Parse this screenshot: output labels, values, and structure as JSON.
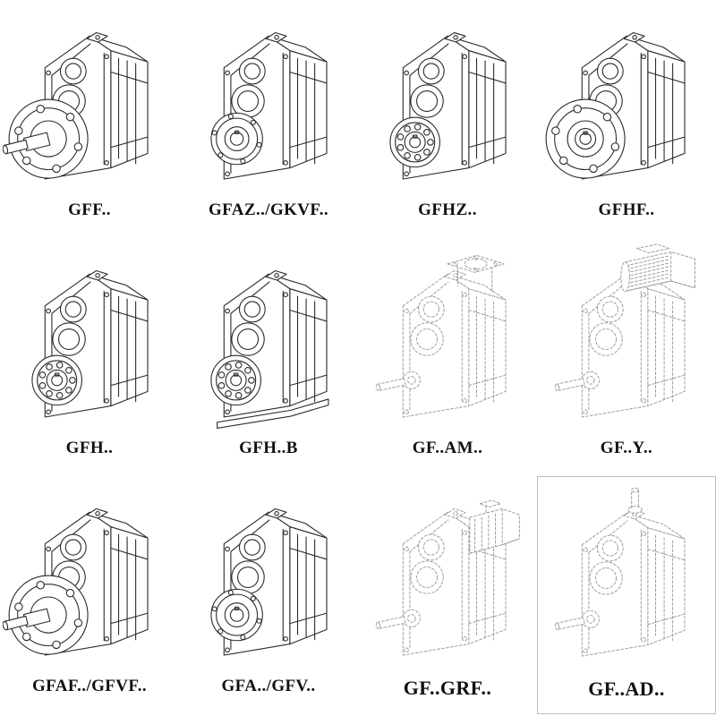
{
  "page": {
    "background": "#ffffff",
    "description": "Catalog sheet of parallel shaft helical gear reducer model variants"
  },
  "colors": {
    "line_dark": "#2b2b2b",
    "line_light": "#9a9a9a",
    "label": "#111111",
    "frame": "#bdbdbd"
  },
  "grid": {
    "columns": 4,
    "rows": 3,
    "items": [
      {
        "label": "GFF..",
        "icon": "gearbox-flange-solid-shaft-icon",
        "variant": "flange-solid",
        "style": "solid"
      },
      {
        "label": "GFAZ../GKVF..",
        "icon": "gearbox-hollow-shaft-icon",
        "variant": "hollow",
        "style": "solid"
      },
      {
        "label": "GFHZ..",
        "icon": "gearbox-shrink-disc-icon",
        "variant": "bearing",
        "style": "solid"
      },
      {
        "label": "GFHF..",
        "icon": "gearbox-flange-hollow-shaft-icon",
        "variant": "flange-hollow",
        "style": "solid"
      },
      {
        "label": "GFH..",
        "icon": "gearbox-hollow-bearing-icon",
        "variant": "bearing",
        "style": "solid"
      },
      {
        "label": "GFH..B",
        "icon": "gearbox-foot-mounted-icon",
        "variant": "bearing-b",
        "style": "solid"
      },
      {
        "label": "GF..AM..",
        "icon": "gearbox-iec-adapter-icon",
        "variant": "adapter",
        "style": "light"
      },
      {
        "label": "GF..Y..",
        "icon": "gearbox-with-motor-icon",
        "variant": "motor",
        "style": "light"
      },
      {
        "label": "GFAF../GFVF..",
        "icon": "gearbox-flange-solid-shaft-icon",
        "variant": "flange-solid",
        "style": "solid"
      },
      {
        "label": "GFA../GFV..",
        "icon": "gearbox-hollow-shaft-icon",
        "variant": "hollow",
        "style": "solid"
      },
      {
        "label": "GF..GRF..",
        "icon": "gearbox-backstop-unit-icon",
        "variant": "grf",
        "style": "light",
        "label_size": "large"
      },
      {
        "label": "GF..AD..",
        "icon": "gearbox-input-shaft-adapter-icon",
        "variant": "ad",
        "style": "light",
        "label_size": "large",
        "framed": true
      }
    ]
  }
}
